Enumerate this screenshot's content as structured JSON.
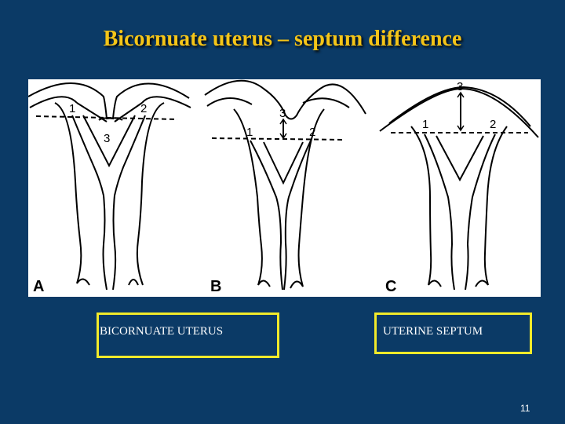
{
  "slide": {
    "title": "Bicornuate uterus – septum difference",
    "page_number": "11",
    "bg_color": "#0b3a66",
    "title_color": "#f5c518",
    "box_color": "#f2ea2a"
  },
  "figure": {
    "panels": [
      {
        "letter": "A",
        "labels": [
          "1",
          "2",
          "3"
        ]
      },
      {
        "letter": "B",
        "labels": [
          "1",
          "2",
          "3"
        ]
      },
      {
        "letter": "C",
        "labels": [
          "1",
          "2",
          "3"
        ]
      }
    ]
  },
  "boxes": {
    "bicornuate": "BICORNUATE UTERUS",
    "septum": "UTERINE SEPTUM"
  }
}
